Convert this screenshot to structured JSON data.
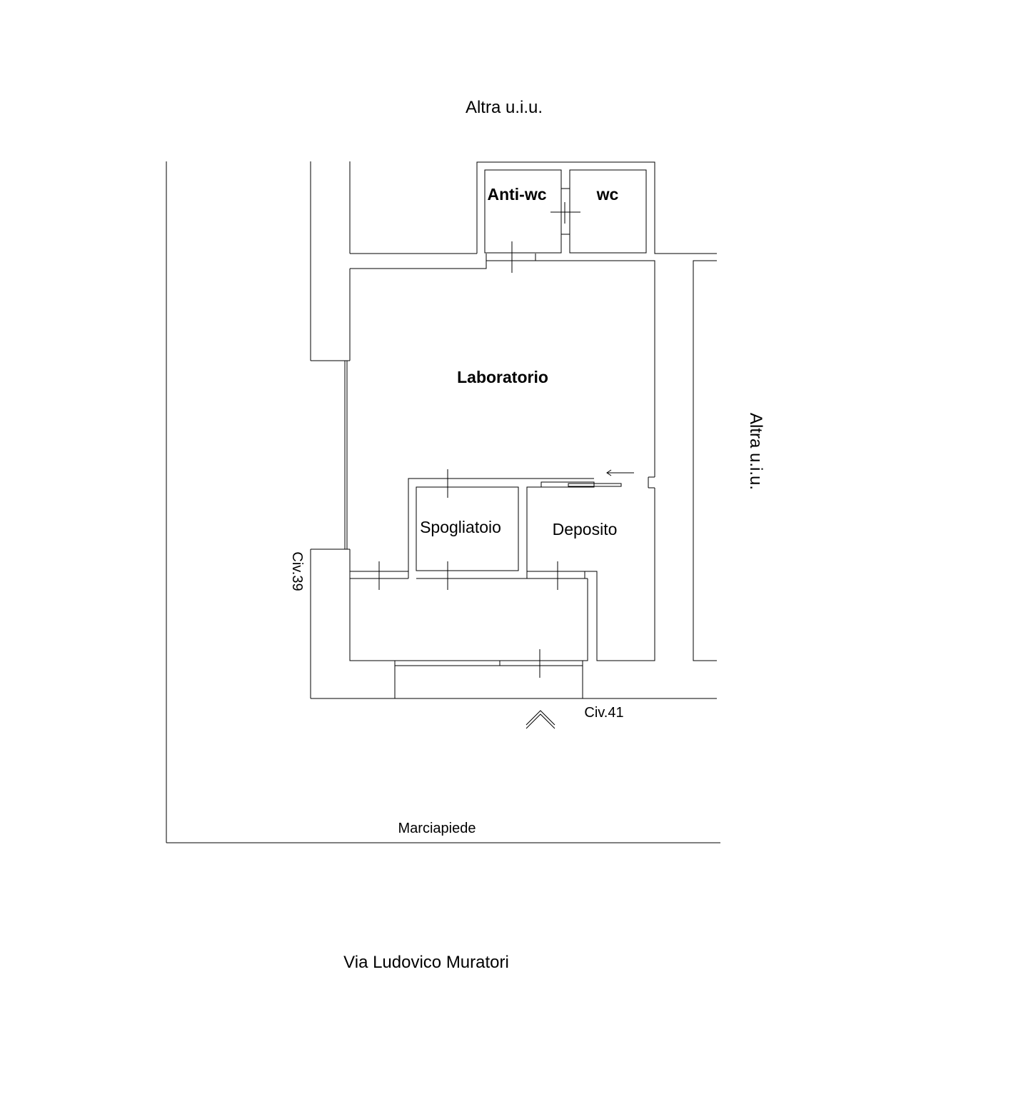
{
  "labels": {
    "neighbor_top": "Altra u.i.u.",
    "neighbor_right": "Altra u.i.u.",
    "anti_wc": "Anti-wc",
    "wc": "wc",
    "laboratorio": "Laboratorio",
    "spogliatoio": "Spogliatoio",
    "deposito": "Deposito",
    "civ39": "Civ.39",
    "civ41": "Civ.41",
    "marciapiede": "Marciapiede",
    "street": "Via Ludovico Muratori"
  },
  "colors": {
    "line": "#000000",
    "background": "#ffffff"
  }
}
